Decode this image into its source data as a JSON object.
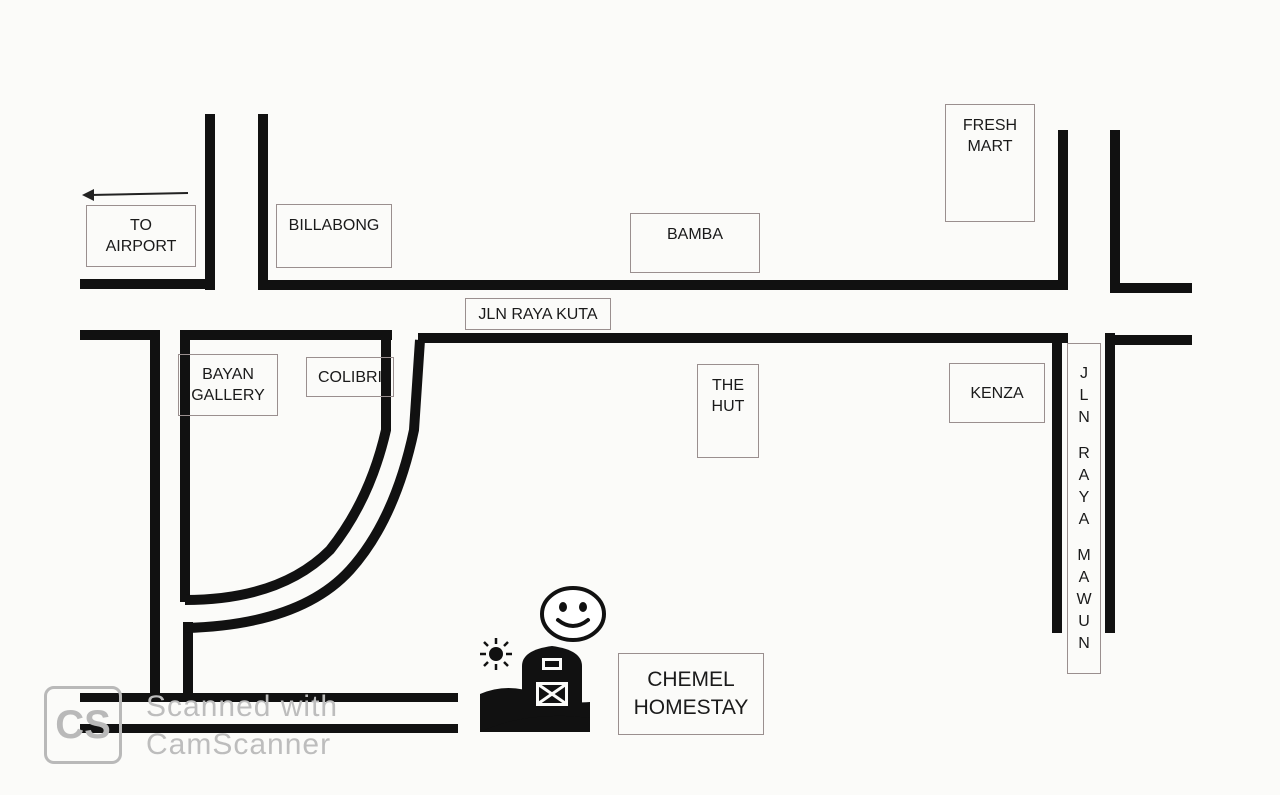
{
  "map": {
    "labels": {
      "to_airport": "TO\nAIRPORT",
      "billabong": "BILLABONG",
      "bamba": "BAMBA",
      "fresh_mart": "FRESH\nMART",
      "jln_raya_kuta": "JLN RAYA KUTA",
      "bayan_gallery": "BAYAN\nGALLERY",
      "colibri": "COLIBRI",
      "the_hut": "THE\nHUT",
      "kenza": "KENZA",
      "chemel_homestay": "CHEMEL\nHOMESTAY"
    },
    "jln_raya_mawun_letters": [
      "J",
      "L",
      "N",
      "",
      "R",
      "A",
      "Y",
      "A",
      "",
      "M",
      "A",
      "W",
      "U",
      "N"
    ],
    "icons": {
      "arrow": "arrow-left-icon",
      "sun": "sun-icon",
      "smiley": "smiley-face-icon",
      "barn": "barn-icon"
    }
  },
  "watermark": {
    "logo": "CS",
    "line1": "Scanned with",
    "line2": "CamScanner"
  },
  "colors": {
    "road": "#111111",
    "label_border": "#9a8f8f",
    "background": "#fbfbf9",
    "watermark": "#bdbdbd"
  }
}
